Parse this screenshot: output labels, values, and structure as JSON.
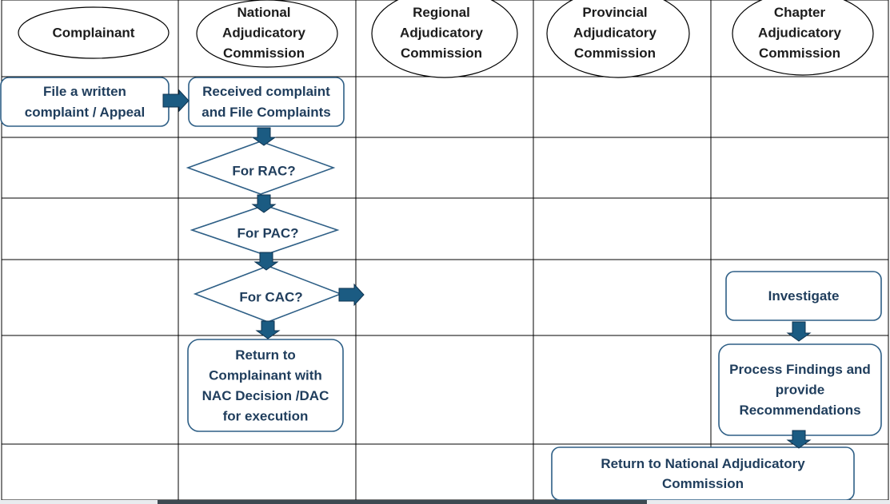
{
  "colors": {
    "text_dark": "#1c1c1c",
    "text_blue": "#1f3d5c",
    "box_stroke": "#2e5f86",
    "arrow_fill": "#1b5b82",
    "arrow_stroke": "#0f3350",
    "grid_line": "#000000"
  },
  "lanes": [
    {
      "id": "complainant",
      "lines": [
        "Complainant"
      ]
    },
    {
      "id": "nac",
      "lines": [
        "National",
        "Adjudicatory",
        "Commission"
      ]
    },
    {
      "id": "rac",
      "lines": [
        "Regional",
        "Adjudicatory",
        "Commission"
      ]
    },
    {
      "id": "pac",
      "lines": [
        "Provincial",
        "Adjudicatory",
        "Commission"
      ]
    },
    {
      "id": "cac",
      "lines": [
        "Chapter",
        "Adjudicatory",
        "Commission"
      ]
    }
  ],
  "nodes": [
    {
      "id": "file-complaint",
      "shape": "rounded-box",
      "lines": [
        "File a written",
        "complaint / Appeal"
      ]
    },
    {
      "id": "received-complaint",
      "shape": "rounded-box",
      "lines": [
        "Received complaint",
        "and File Complaints"
      ]
    },
    {
      "id": "for-rac",
      "shape": "diamond",
      "lines": [
        "For RAC?"
      ]
    },
    {
      "id": "for-pac",
      "shape": "diamond",
      "lines": [
        "For PAC?"
      ]
    },
    {
      "id": "for-cac",
      "shape": "diamond",
      "lines": [
        "For CAC?"
      ]
    },
    {
      "id": "return-complainant",
      "shape": "rounded-box",
      "lines": [
        "Return to",
        "Complainant with",
        "NAC Decision /DAC",
        "for execution"
      ]
    },
    {
      "id": "investigate",
      "shape": "rounded-box",
      "lines": [
        "Investigate"
      ]
    },
    {
      "id": "process-findings",
      "shape": "rounded-box",
      "lines": [
        "Process Findings and",
        "provide",
        "Recommendations"
      ]
    },
    {
      "id": "return-nac",
      "shape": "rounded-box",
      "lines": [
        "Return to National Adjudicatory",
        "Commission"
      ]
    }
  ],
  "arrows": [
    {
      "from": "file-complaint",
      "to": "received-complaint",
      "direction": "right"
    },
    {
      "from": "received-complaint",
      "to": "for-rac",
      "direction": "down"
    },
    {
      "from": "for-rac",
      "to": "for-pac",
      "direction": "down"
    },
    {
      "from": "for-pac",
      "to": "for-cac",
      "direction": "down"
    },
    {
      "from": "for-cac",
      "to": "rac",
      "direction": "right"
    },
    {
      "from": "for-cac",
      "to": "return-complainant",
      "direction": "down"
    },
    {
      "from": "investigate",
      "to": "process-findings",
      "direction": "down"
    },
    {
      "from": "process-findings",
      "to": "return-nac",
      "direction": "down"
    }
  ]
}
